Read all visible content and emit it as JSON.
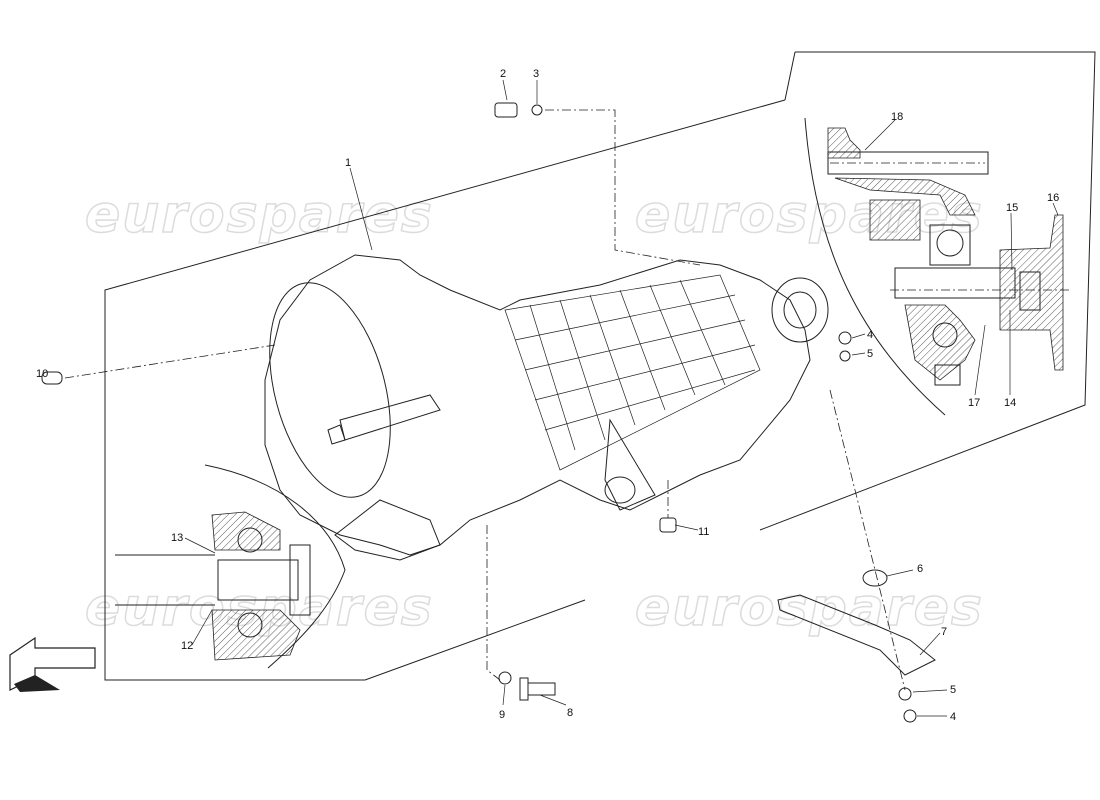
{
  "diagram": {
    "watermark": "eurospares",
    "part_labels": [
      "1",
      "2",
      "3",
      "4",
      "5",
      "6",
      "7",
      "8",
      "9",
      "10",
      "11",
      "12",
      "13",
      "14",
      "15",
      "16",
      "17",
      "18",
      "5",
      "4"
    ]
  }
}
